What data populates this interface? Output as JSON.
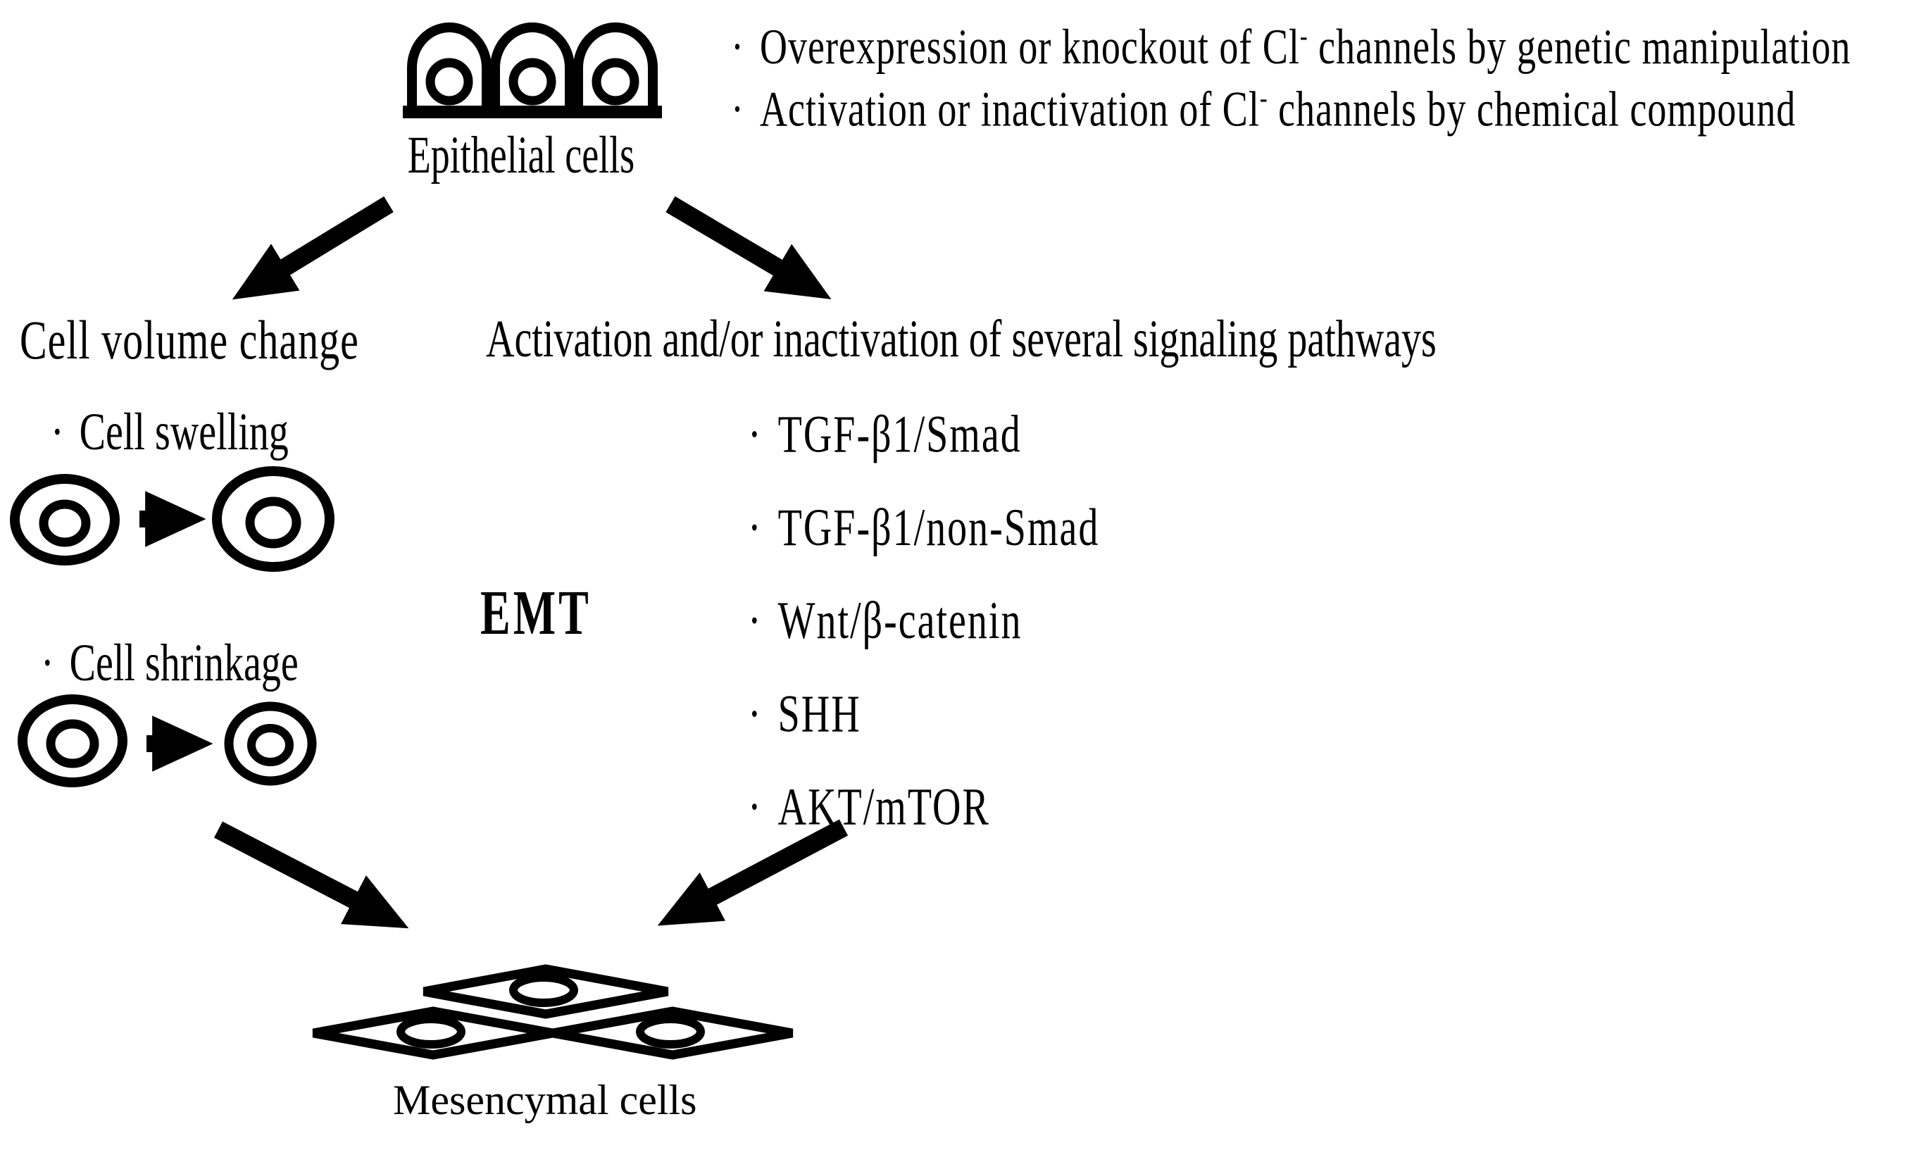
{
  "colors": {
    "ink": "#000000",
    "background": "#ffffff"
  },
  "top": {
    "epithelial_label": "Epithelial cells",
    "bullets": [
      {
        "bullet": "·",
        "pre": "Overexpression or knockout of Cl",
        "sup": "-",
        "post": " channels by genetic manipulation"
      },
      {
        "bullet": "·",
        "pre": "Activation or inactivation of Cl",
        "sup": "-",
        "post": " channels by chemical compound"
      }
    ]
  },
  "left_branch": {
    "title": "Cell volume change",
    "swelling": {
      "bullet": "·",
      "label": "Cell swelling"
    },
    "shrinkage": {
      "bullet": "·",
      "label": "Cell shrinkage"
    }
  },
  "center": {
    "emt_label": "EMT"
  },
  "right_branch": {
    "title": "Activation and/or inactivation of several signaling pathways",
    "pathways": [
      {
        "bullet": "·",
        "label": "TGF-β1/Smad"
      },
      {
        "bullet": "·",
        "label": "TGF-β1/non-Smad"
      },
      {
        "bullet": "·",
        "label": "Wnt/β-catenin"
      },
      {
        "bullet": "·",
        "label": "SHH"
      },
      {
        "bullet": "·",
        "label": "AKT/mTOR"
      }
    ]
  },
  "bottom": {
    "mesenchymal_label": "Mesencymal cells"
  }
}
